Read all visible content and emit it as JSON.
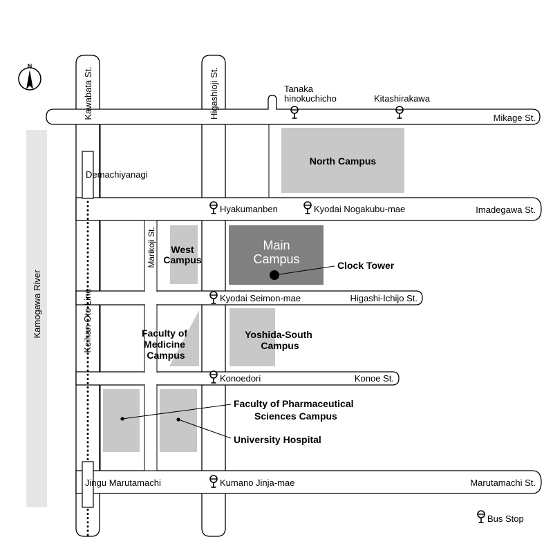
{
  "compass": {
    "north": "N"
  },
  "streets": {
    "kawabata": "Kawabata St.",
    "higashioji": "Higashioji St.",
    "mikage": "Mikage St.",
    "imadegawa": "Imadegawa St.",
    "higashi_ichijo": "Higashi-Ichijo St.",
    "konoe": "Konoe St.",
    "marutamachi": "Marutamachi St.",
    "marikoji": "Marikoji St."
  },
  "river": "Kamogawa River",
  "rail": {
    "line": "Keihan Oto Line",
    "stations": [
      "Demachiyanagi",
      "Jingu Marutamachi"
    ]
  },
  "bus_stops": {
    "tanaka_1": "Tanaka",
    "tanaka_2": "hinokuchicho",
    "kitashirakawa": "Kitashirakawa",
    "hyakumanben": "Hyakumanben",
    "kyodai_nogakubu": "Kyodai Nogakubu-mae",
    "kyodai_seimon": "Kyodai Seimon-mae",
    "konoedori": "Konoedori",
    "kumano": "Kumano Jinja-mae"
  },
  "campuses": {
    "north": "North Campus",
    "main_1": "Main",
    "main_2": "Campus",
    "west_1": "West",
    "west_2": "Campus",
    "medicine_1": "Faculty of",
    "medicine_2": "Medicine",
    "medicine_3": "Campus",
    "yoshida_1": "Yoshida-South",
    "yoshida_2": "Campus"
  },
  "callouts": {
    "clock_tower": "Clock Tower",
    "pharma_1": "Faculty of Pharmaceutical",
    "pharma_2": "Sciences Campus",
    "hospital": "University Hospital"
  },
  "legend": {
    "bus_stop": "Bus Stop"
  },
  "colors": {
    "campus": "#c8c8c8",
    "main_campus": "#808080",
    "river": "#e6e6e6",
    "road_outline": "#000000"
  }
}
